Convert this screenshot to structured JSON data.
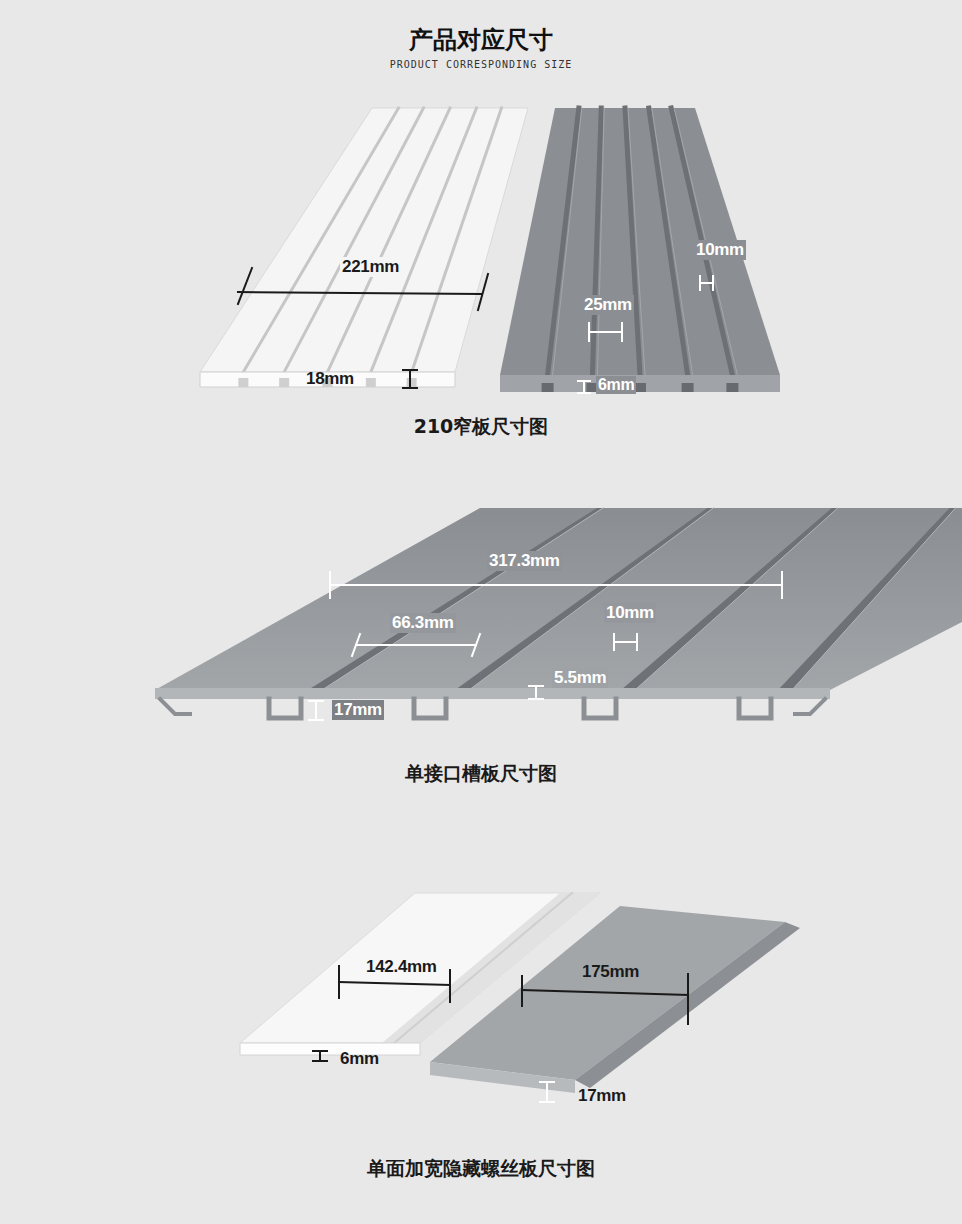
{
  "diagram": {
    "title": "产品对应尺寸",
    "labels": [
      "PRODUCT CORRESPONDING SIZE",
      "221mm",
      "18mm",
      "10mm",
      "25mm",
      "6mm",
      "210窄板尺寸图",
      "317.3mm",
      "66.3mm",
      "10mm",
      "5.5mm",
      "17mm",
      "单接口槽板尺寸图",
      "142.4mm",
      "175mm",
      "6mm",
      "17mm",
      "单面加宽隐藏螺丝板尺寸图"
    ]
  }
}
